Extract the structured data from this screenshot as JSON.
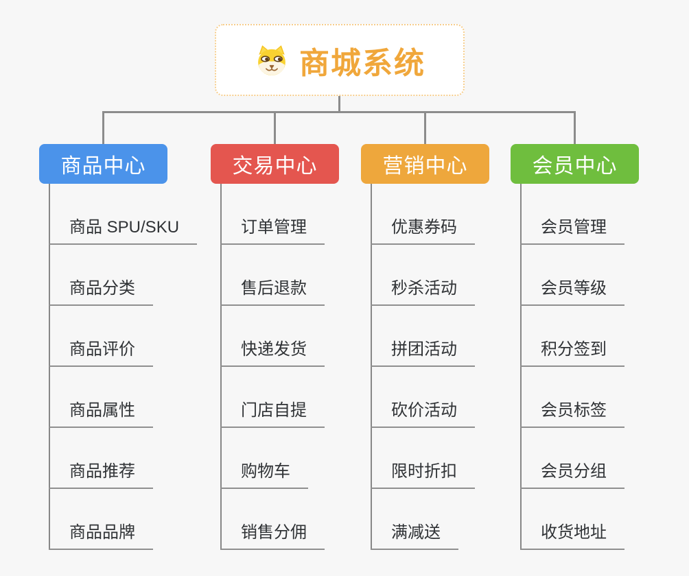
{
  "canvas": {
    "background": "#F7F7F7",
    "connector_color": "#8C8C8C",
    "underline_color": "#8F8F8F"
  },
  "root": {
    "title": "商城系统",
    "icon": "doge-icon",
    "title_color": "#F0A73B",
    "border_color": "#F6CD8B",
    "background": "#FFFFFF"
  },
  "branches": [
    {
      "label": "商品中心",
      "color": "#4B93EA",
      "children": [
        "商品 SPU/SKU",
        "商品分类",
        "商品评价",
        "商品属性",
        "商品推荐",
        "商品品牌"
      ]
    },
    {
      "label": "交易中心",
      "color": "#E4564F",
      "children": [
        "订单管理",
        "售后退款",
        "快递发货",
        "门店自提",
        "购物车",
        "销售分佣"
      ]
    },
    {
      "label": "营销中心",
      "color": "#EEA73C",
      "children": [
        "优惠券码",
        "秒杀活动",
        "拼团活动",
        "砍价活动",
        "限时折扣",
        "满减送"
      ]
    },
    {
      "label": "会员中心",
      "color": "#6FBE3E",
      "children": [
        "会员管理",
        "会员等级",
        "积分签到",
        "会员标签",
        "会员分组",
        "收货地址"
      ]
    }
  ]
}
